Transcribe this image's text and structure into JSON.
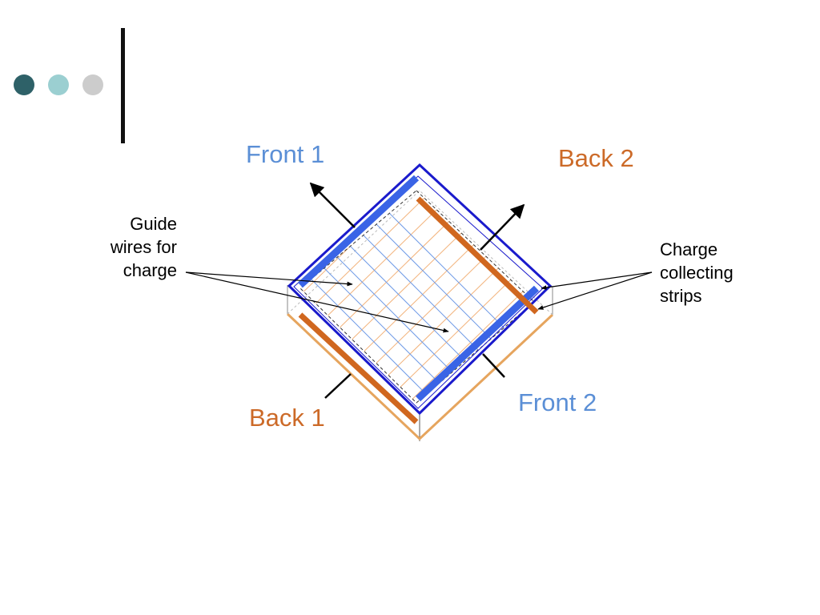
{
  "colors": {
    "dot_dark": "#2e6168",
    "dot_light": "#9bcfd1",
    "dot_gray": "#cccccc",
    "front": "#5b8fd6",
    "back": "#cc6a28",
    "frame_blue": "#1a1acc",
    "strip_blue": "#3a64e6",
    "strip_orange": "#d0671f",
    "wire_blue": "#6f9be6",
    "wire_orange": "#f2b27a"
  },
  "labels": {
    "front1": "Front 1",
    "front2": "Front 2",
    "back1": "Back 1",
    "back2": "Back 2",
    "guide_line1": "Guide",
    "guide_line2": "wires for",
    "guide_line3": "charge",
    "charge_line1": "Charge",
    "charge_line2": "collecting",
    "charge_line3": "strips"
  },
  "icons": [
    "slide-bullet-dot-icon",
    "arrow-icon"
  ]
}
